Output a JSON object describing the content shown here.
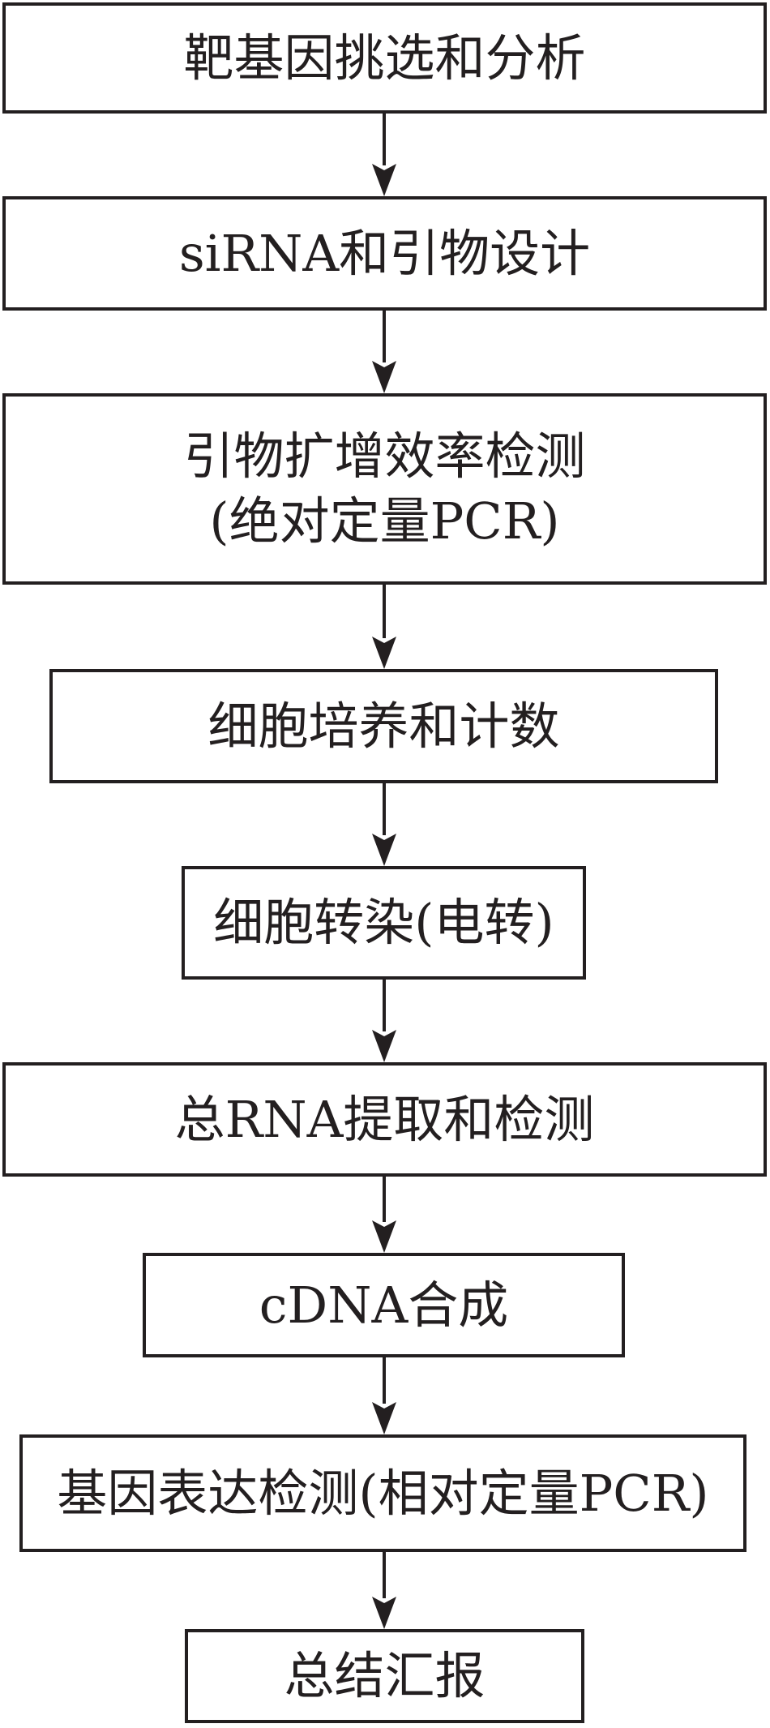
{
  "steps": [
    {
      "label": "靶基因挑选和分析"
    },
    {
      "label": "siRNA和引物设计"
    },
    {
      "label": "引物扩增效率检测",
      "sublabel": "(绝对定量PCR)"
    },
    {
      "label": "细胞培养和计数"
    },
    {
      "label": "细胞转染(电转)"
    },
    {
      "label": "总RNA提取和检测"
    },
    {
      "label": "cDNA合成"
    },
    {
      "label": "基因表达检测(相对定量PCR)"
    },
    {
      "label": "总结汇报"
    }
  ]
}
